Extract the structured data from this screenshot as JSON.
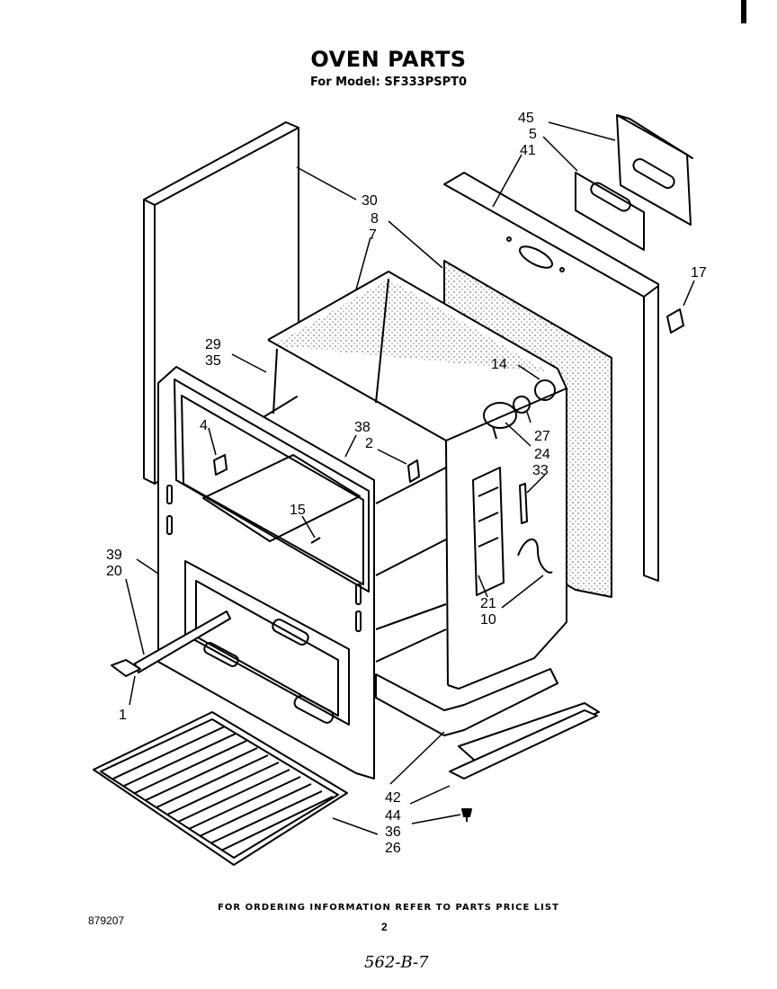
{
  "header": {
    "title": "OVEN PARTS",
    "model": "For Model: SF333PSPT0"
  },
  "footer": {
    "ordering_note": "FOR ORDERING INFORMATION REFER TO PARTS PRICE LIST",
    "page_number": "2",
    "document_number": "879207",
    "handwritten_note": "562-B-7"
  },
  "callouts": {
    "c45": "45",
    "c5": "5",
    "c41": "41",
    "c30": "30",
    "c8": "8",
    "c7": "7",
    "c17": "17",
    "c29": "29",
    "c35": "35",
    "c14": "14",
    "c27": "27",
    "c24": "24",
    "c33": "33",
    "c4": "4",
    "c38": "38",
    "c2": "2",
    "c15": "15",
    "c39": "39",
    "c20": "20",
    "c1": "1",
    "c21": "21",
    "c10": "10",
    "c42": "42",
    "c44": "44",
    "c36": "36",
    "c26": "26"
  }
}
